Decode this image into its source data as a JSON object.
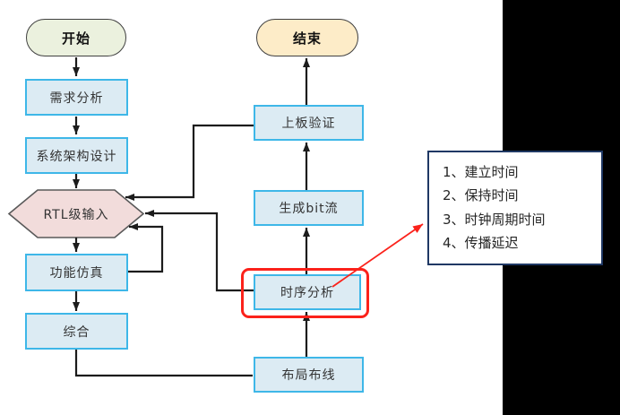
{
  "flowchart": {
    "nodes": {
      "start": "开始",
      "requirements": "需求分析",
      "architecture": "系统架构设计",
      "rtl_input": "RTL级输入",
      "functional_simulation": "功能仿真",
      "synthesis": "综合",
      "end": "结束",
      "board_verification": "上板验证",
      "generate_bitstream": "生成bit流",
      "timing_analysis": "时序分析",
      "place_route": "布局布线"
    },
    "edges": [
      {
        "from": "start",
        "to": "requirements",
        "type": "flow"
      },
      {
        "from": "requirements",
        "to": "architecture",
        "type": "flow"
      },
      {
        "from": "architecture",
        "to": "rtl_input",
        "type": "flow"
      },
      {
        "from": "rtl_input",
        "to": "functional_simulation",
        "type": "flow"
      },
      {
        "from": "functional_simulation",
        "to": "synthesis",
        "type": "flow"
      },
      {
        "from": "synthesis",
        "to": "place_route",
        "type": "flow"
      },
      {
        "from": "place_route",
        "to": "timing_analysis",
        "type": "flow"
      },
      {
        "from": "timing_analysis",
        "to": "generate_bitstream",
        "type": "flow"
      },
      {
        "from": "generate_bitstream",
        "to": "board_verification",
        "type": "flow"
      },
      {
        "from": "board_verification",
        "to": "end",
        "type": "flow"
      },
      {
        "from": "board_verification",
        "to": "rtl_input",
        "type": "feedback"
      },
      {
        "from": "timing_analysis",
        "to": "rtl_input",
        "type": "feedback"
      },
      {
        "from": "functional_simulation",
        "to": "rtl_input",
        "type": "feedback"
      },
      {
        "from": "timing_analysis",
        "to": "callout",
        "type": "annotation"
      }
    ]
  },
  "callout": {
    "items": [
      "1、建立时间",
      "2、保持时间",
      "3、时钟周期时间",
      "4、传播延迟"
    ]
  },
  "colors": {
    "process-fill": "#dcebf3",
    "process-border": "#3eb7e8",
    "start-fill": "#ebf1de",
    "end-fill": "#fdecc8",
    "terminal-border": "#404040",
    "hexagon-fill": "#f2dcdb",
    "hexagon-border": "#595959",
    "line": "#1c1c1c",
    "highlight-red": "#fb221b",
    "callout-border": "#1f3864",
    "black-panel": "#000000"
  }
}
